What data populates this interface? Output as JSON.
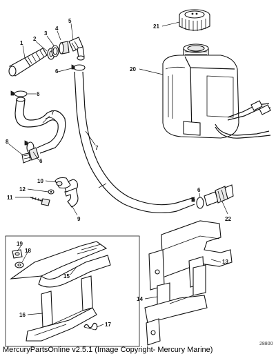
{
  "callouts": {
    "c1": "1",
    "c2": "2",
    "c3": "3",
    "c4": "4",
    "c5": "5",
    "c6a": "6",
    "c6b": "6",
    "c6c": "6",
    "c6d": "6",
    "c7a": "7",
    "c7b": "7",
    "c8": "8",
    "c9": "9",
    "c10": "10",
    "c11": "11",
    "c12": "12",
    "c13": "13",
    "c14": "14",
    "c15": "15",
    "c16": "16",
    "c17": "17",
    "c18": "18",
    "c19": "19",
    "c20": "20",
    "c21": "21",
    "c22": "22"
  },
  "diagram_code": "28800",
  "caption": "MercuryPartsOnline v2.5.1 (Image Copyright- Mercury Marine)"
}
